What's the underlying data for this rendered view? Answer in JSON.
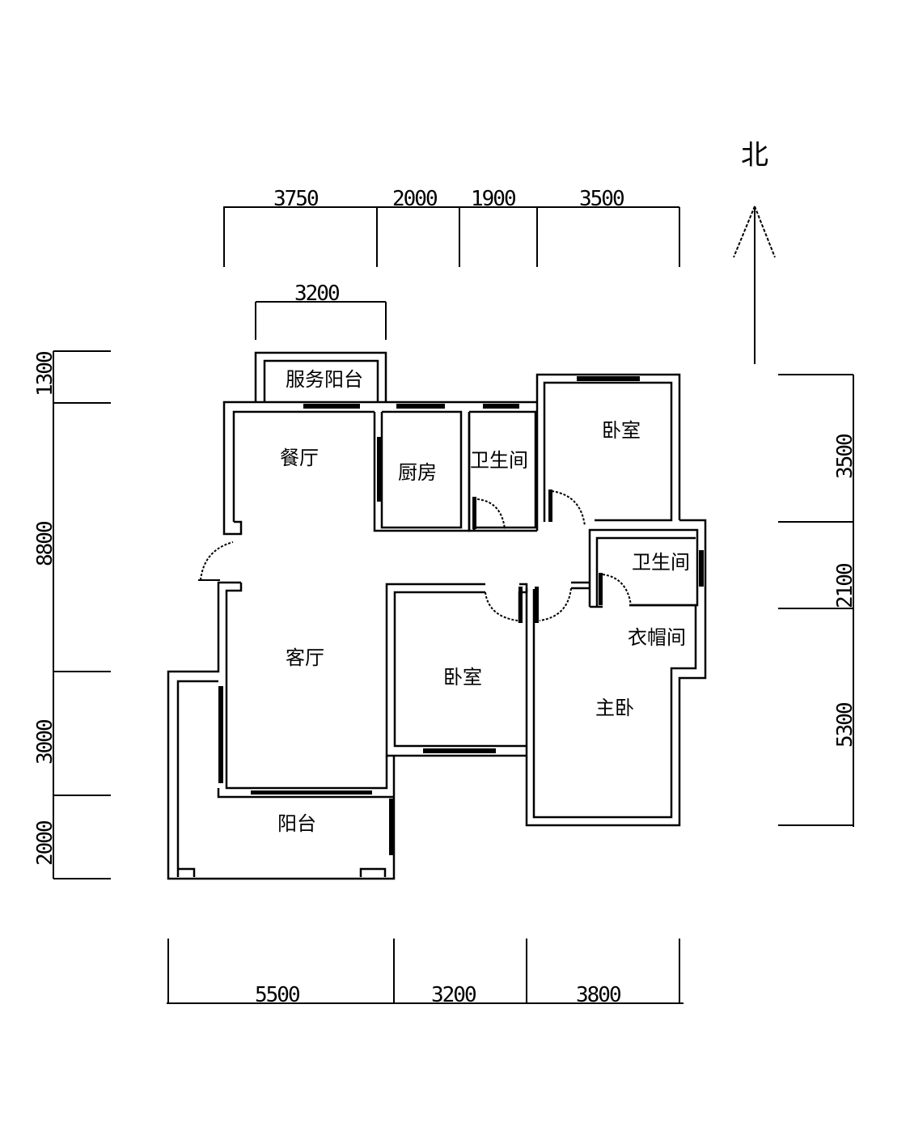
{
  "compass": {
    "label": "北",
    "icon": "north-arrow-icon"
  },
  "dimensions": {
    "top": [
      "3750",
      "2000",
      "1900",
      "3500"
    ],
    "service_balcony_width": "3200",
    "left": [
      "1300",
      "8800",
      "3000",
      "2000"
    ],
    "right": [
      "3500",
      "2100",
      "5300"
    ],
    "bottom": [
      "5500",
      "3200",
      "3800"
    ]
  },
  "rooms": {
    "service_balcony": "服务阳台",
    "dining": "餐厅",
    "kitchen": "厨房",
    "bathroom_1": "卫生间",
    "bedroom_1": "卧室",
    "bathroom_2": "卫生间",
    "closet": "衣帽间",
    "living": "客厅",
    "bedroom_2": "卧室",
    "master_bedroom": "主卧",
    "balcony": "阳台"
  }
}
